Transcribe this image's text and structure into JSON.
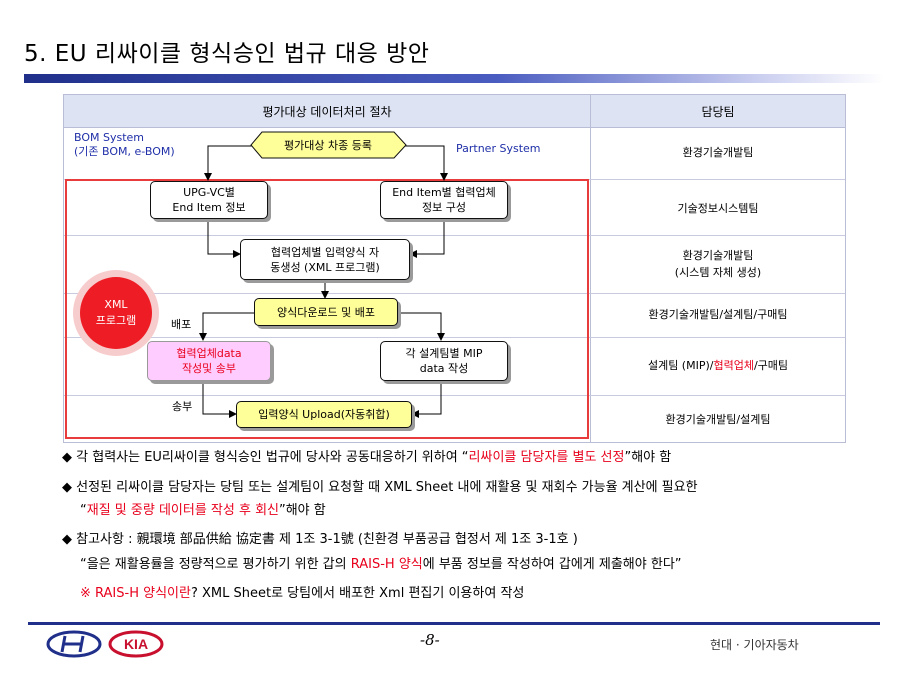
{
  "title": "5. EU 리싸이클 형식승인 법규 대응 방안",
  "table": {
    "header_process": "평가대상 데이터처리 절차",
    "header_team": "담당팀",
    "teams": [
      {
        "text": "환경기술개발팀"
      },
      {
        "text": "기술정보시스템팀"
      },
      {
        "line1": "환경기술개발팀",
        "line2": "(시스템 자체 생성)"
      },
      {
        "text": "환경기술개발팀/설계팀/구매팀"
      },
      {
        "pre": "설계팀 (MIP)/",
        "highlight": "협력업체",
        "post": "/구매팀"
      },
      {
        "text": "환경기술개발팀/설계팀"
      }
    ]
  },
  "flow": {
    "bom_line1": "BOM System",
    "bom_line2": "(기존 BOM, e-BOM)",
    "partner": "Partner System",
    "register": "평가대상 차종 등록",
    "upg_line1": "UPG-VC별",
    "upg_line2": "End Item 정보",
    "enditem_line1": "End Item별 협력업체",
    "enditem_line2": "정보 구성",
    "auto_line1": "협력업체별 입력양식  자",
    "auto_line2": "동생성 (XML 프로그램)",
    "download": "양식다운로드 및 배포",
    "dist_label": "배포",
    "supplier_line1": "협력업체data",
    "supplier_line2": "작성및 송부",
    "mip_line1": "각 설계팀별 MIP",
    "mip_line2": "data 작성",
    "send_label": "송부",
    "upload": "입력양식 Upload(자동취합)",
    "xml_line1": "XML",
    "xml_line2": "프로그램"
  },
  "notes": {
    "b1_pre": "각 협력사는 EU리싸이클 형식승인 법규에 당사와 공동대응하기 위하여 “",
    "b1_red": "리싸이클 담당자를 별도 선정",
    "b1_post": "”해야 함",
    "b2_line1": "선정된 리싸이클 담당자는 당팀 또는 설계팀이 요청할 때 XML Sheet 내에 재활용 및 재회수 가능율 계산에 필요한",
    "b2_line2_pre": "“",
    "b2_line2_red": "재질 및 중량 데이터를 작성 후 회신",
    "b2_line2_post": "”해야 함",
    "b3_line1": "참고사항 : 親環境 部品供給 協定書 제 1조 3-1號 (친환경 부품공급 협정서 제 1조 3-1호 )",
    "b3_line2_pre": "“을은  재활용률을 정량적으로 평가하기 위한 갑의 ",
    "b3_line2_red": "RAIS-H 양식",
    "b3_line2_post": "에 부품 정보를 작성하여 갑에게 제출해야 한다”",
    "b3_line3_red": "※ RAIS-H 양식이란",
    "b3_line3_post": "? XML Sheet로 당팀에서 배포한 Xml 편집기 이용하여 작성"
  },
  "footer": {
    "page": "-8-",
    "company": "현대 · 기아자동차",
    "kia_logo": "KIA"
  },
  "colors": {
    "accent_blue": "#1f2f8a",
    "highlight_red": "#e8001c",
    "box_yellow": "#ffff99",
    "box_pink": "#ffccff",
    "header_bg": "#dde3f3"
  }
}
